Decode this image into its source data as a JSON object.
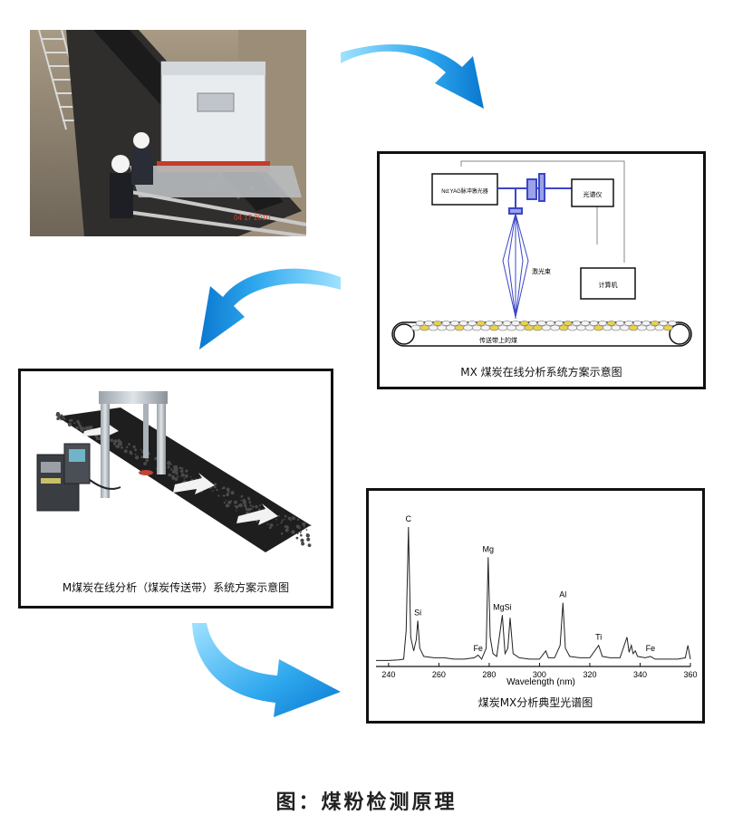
{
  "photo": {
    "stamp": "04 17 2010"
  },
  "schematic": {
    "caption": "MX 煤炭在线分析系统方案示意图",
    "laser_box": "Nd:YAG脉冲激光器",
    "spectrometer_box": "光谱仪",
    "computer_box": "计算机",
    "beam_label": "激光束",
    "belt_label": "传送带上的煤"
  },
  "installation": {
    "caption": "M煤炭在线分析（煤炭传送带）系统方案示意图"
  },
  "spectrum": {
    "caption": "煤炭MX分析典型光谱图",
    "peaks": [
      {
        "label": "C",
        "x": 247.9,
        "height": 1.0
      },
      {
        "label": "Si",
        "x": 251.6,
        "height": 0.32
      },
      {
        "label": "Fe",
        "x": 275.6,
        "height": 0.06
      },
      {
        "label": "Mg",
        "x": 279.6,
        "height": 0.78
      },
      {
        "label": "MgSi",
        "x": 285.2,
        "height": 0.36
      },
      {
        "label": "Al",
        "x": 309.3,
        "height": 0.45
      },
      {
        "label": "Ti",
        "x": 323.5,
        "height": 0.14
      },
      {
        "label": "Fe",
        "x": 344.1,
        "height": 0.06
      }
    ],
    "chart_data": {
      "type": "line",
      "xlabel": "Wavelength (nm)",
      "ylabel": "",
      "title": "",
      "xlim": [
        235,
        360
      ],
      "xticks": [
        240,
        260,
        280,
        300,
        320,
        340,
        360
      ],
      "x": [
        235,
        240,
        244,
        246,
        247,
        247.9,
        248.8,
        250,
        251,
        251.6,
        252.4,
        254,
        258,
        262,
        266,
        270,
        274,
        275.6,
        277,
        278.8,
        279.6,
        280.4,
        281.5,
        283,
        285.2,
        286.3,
        287.4,
        288.3,
        289.5,
        292,
        296,
        300,
        302.5,
        303.5,
        306,
        308.2,
        309.3,
        310.3,
        312,
        316,
        320,
        323.5,
        325,
        328,
        332,
        334.8,
        335.6,
        336.5,
        337.2,
        338.1,
        339,
        342,
        344.1,
        346,
        350,
        355,
        358,
        359,
        360
      ],
      "values": [
        0.03,
        0.03,
        0.035,
        0.04,
        0.25,
        1.0,
        0.2,
        0.1,
        0.18,
        0.32,
        0.12,
        0.06,
        0.05,
        0.05,
        0.04,
        0.04,
        0.05,
        0.07,
        0.04,
        0.12,
        0.78,
        0.2,
        0.08,
        0.06,
        0.36,
        0.08,
        0.12,
        0.34,
        0.08,
        0.05,
        0.04,
        0.04,
        0.1,
        0.05,
        0.05,
        0.14,
        0.45,
        0.12,
        0.06,
        0.05,
        0.05,
        0.14,
        0.06,
        0.05,
        0.05,
        0.2,
        0.09,
        0.14,
        0.08,
        0.1,
        0.06,
        0.05,
        0.06,
        0.04,
        0.04,
        0.04,
        0.05,
        0.14,
        0.04
      ]
    }
  },
  "figure_title": "图：煤粉检测原理",
  "colors": {
    "arrow_dark": "#0a7fd6",
    "arrow_light": "#7fd3ff",
    "beam": "#3b46c8",
    "coal_highlight": "#e9d24a"
  }
}
